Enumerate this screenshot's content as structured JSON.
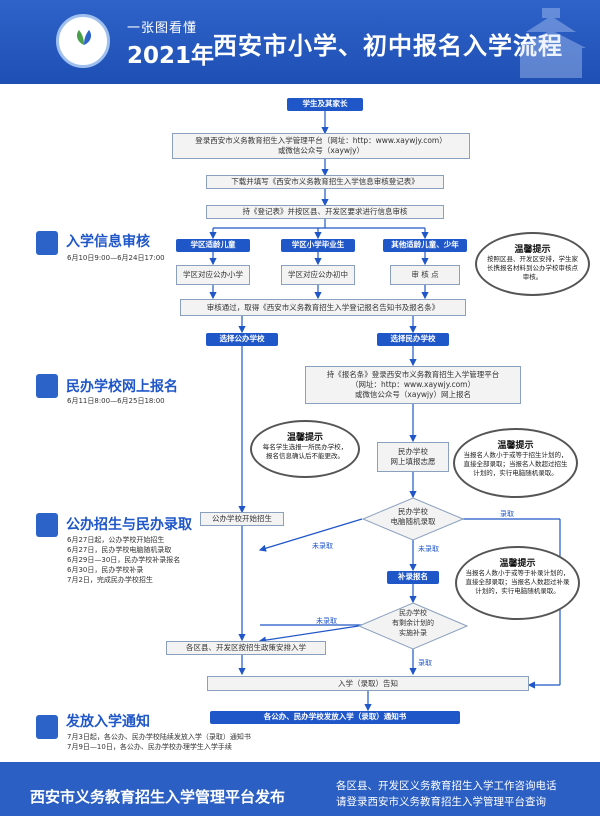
{
  "header": {
    "slogan": "一张图看懂",
    "year": "2021年",
    "title": "西安市小学、初中报名入学流程"
  },
  "flow": {
    "start": "学生及其家长",
    "login1": "登录西安市义务教育招生入学管理平台（网址：http：www.xaywjy.com）\n或微信公众号（xaywjy）",
    "download": "下载并填写《西安市义务教育招生入学信息审核登记表》",
    "verify": "持《登记表》并按区县、开发区要求进行信息审核",
    "cat1": "学区适龄儿童",
    "cat2": "学区小学毕业生",
    "cat3": "其他适龄儿童、少年",
    "sub1": "学区对应公办小学",
    "sub2": "学区对应公办初中",
    "sub3": "审 核 点",
    "approved": "审核通过，取得《西安市义务教育招生入学登记报名告知书及报名条》",
    "pub_choice": "选择公办学校",
    "pri_choice": "选择民办学校",
    "login2": "持《报名条》登录西安市义务教育招生入学管理平台\n（网址：http：www.xaywjy.com）\n或微信公众号（xaywjy）网上报名",
    "online_info": "民办学校\n网上填报志愿",
    "lottery": "民办学校\n电脑随机录取",
    "pub_start": "公办学校开始招生",
    "not_admitted1": "未录取",
    "not_admitted2": "未录取",
    "not_admitted3": "未录取",
    "admitted1": "录取",
    "admitted2": "录取",
    "supplement": "补录报名",
    "remaining": "民办学校\n有剩余计划的\n实施补录",
    "arrange": "各区县、开发区按招生政策安排入学",
    "notice": "入学（录取）告知",
    "final": "各公办、民办学校发放入学（录取）通知书"
  },
  "sections": [
    {
      "title": "入学信息审核",
      "date": "6月10日9:00—6月24日17:00"
    },
    {
      "title": "民办学校网上报名",
      "date": "6月11日8:00—6月25日18:00"
    },
    {
      "title": "公办招生与民办录取",
      "date": "6月27日起，公办学校开始招生\n6月27日，民办学校电脑随机录取\n6月29日—30日，民办学校补录报名\n6月30日，民办学校补录\n7月2日，完成民办学校招生"
    },
    {
      "title": "发放入学通知",
      "date": "7月3日起，各公办、民办学校陆续发放入学（录取）通知书\n7月9日—10日，各公办、民办学校办理学生入学手续"
    }
  ],
  "tips": [
    {
      "title": "温馨提示",
      "body": "按照区县、开发区安排，学生家长携报名材料到公办学校审核点审核。"
    },
    {
      "title": "温馨提示",
      "body": "每名学生选报一所民办学校，报名信息确认后不能更改。"
    },
    {
      "title": "温馨提示",
      "body": "当报名人数小于或等于招生计划的，直接全部录取；当报名人数超过招生计划的，实行电脑随机录取。"
    },
    {
      "title": "温馨提示",
      "body": "当报名人数小于或等于补录计划的，直接全部录取；当报名人数超过补录计划的，实行电脑随机录取。"
    }
  ],
  "footer": {
    "left": "西安市义务教育招生入学管理平台发布",
    "right": "各区县、开发区义务教育招生入学工作咨询电话\n请登录西安市义务教育招生入学管理平台查询"
  },
  "colors": {
    "primary": "#1f56c8",
    "header": "#2f63c9",
    "box": "#f3f3f3"
  }
}
